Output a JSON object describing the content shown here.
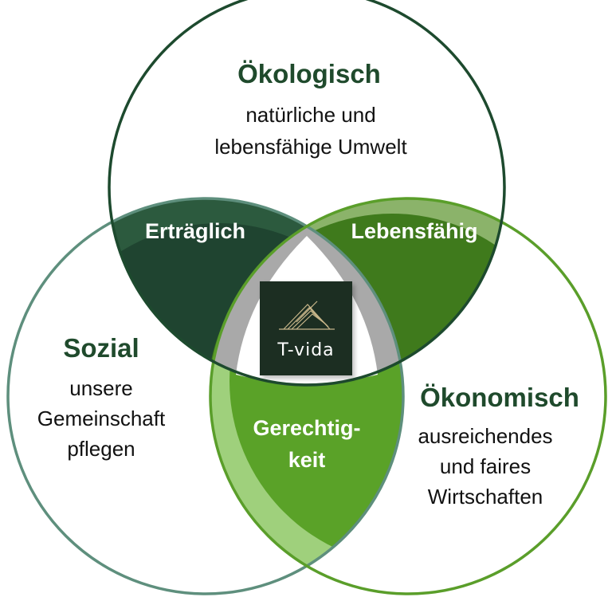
{
  "colors": {
    "ecological": "#1d4a2e",
    "social": "#5e8f7d",
    "economic": "#5a9e2a",
    "overlap_bearable": "#1f4430",
    "overlap_viable": "#3f7a1c",
    "overlap_equitable": "#5aa228",
    "center": "#a9a9a9",
    "logo_bg": "#1a2e22",
    "heading": "#1f4a2c"
  },
  "circles": {
    "ecological": {
      "title": "Ökologisch",
      "lines": [
        "natürliche und",
        "lebensfähige Umwelt"
      ]
    },
    "social": {
      "title": "Sozial",
      "lines": [
        "unsere",
        "Gemeinschaft",
        "pflegen"
      ]
    },
    "economic": {
      "title": "Ökonomisch",
      "lines": [
        "ausreichendes",
        "und faires",
        "Wirtschaften"
      ]
    }
  },
  "overlaps": {
    "bearable": {
      "label": "Erträglich"
    },
    "viable": {
      "label": "Lebensfähig"
    },
    "equitable": {
      "lines": [
        "Gerechtig-",
        "keit"
      ]
    }
  },
  "logo": {
    "text": "T-vida",
    "icon": "triangle-lines-icon"
  }
}
